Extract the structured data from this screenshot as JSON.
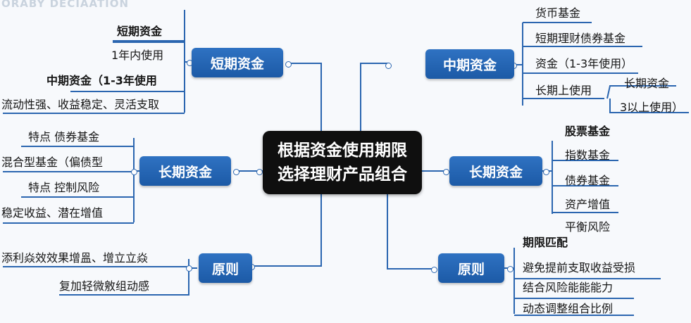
{
  "watermark": "ORABY DECIAATION",
  "center": {
    "line1": "根据资金使用期限",
    "line2": "选择理财产品组合"
  },
  "left": {
    "short": {
      "label": "短期资金",
      "items": [
        "短期资金",
        "1年内使用",
        "中期资金（1-3年使用",
        "流动性强、收益稳定、灵活支取"
      ]
    },
    "long": {
      "label": "长期资金",
      "items": [
        "特点  债券基金",
        "混合型基金（偏债型",
        "特点  控制风险",
        "稳定收益、潜在增值"
      ]
    },
    "principle": {
      "label": "原则",
      "items": [
        "添利焱效效果增𥁕、增立立焱",
        "复加轻微𢼸敫组动感"
      ]
    }
  },
  "right": {
    "mid": {
      "label": "中期资金",
      "items": [
        "货币基金",
        "短期理财债券基金",
        "资金（1-3年使用）",
        "长期上使用",
        "长期资金",
        "3以上使用）"
      ]
    },
    "long": {
      "label": "长期资金",
      "items": [
        "股票基金",
        "指数基金",
        "债券基金",
        "资产增值",
        "平衡风险"
      ]
    },
    "principle": {
      "label": "原则",
      "items": [
        "期限匹配",
        "避免提前支取收益受损",
        "结合风险能能能力",
        "动态调整组合比例"
      ]
    }
  }
}
